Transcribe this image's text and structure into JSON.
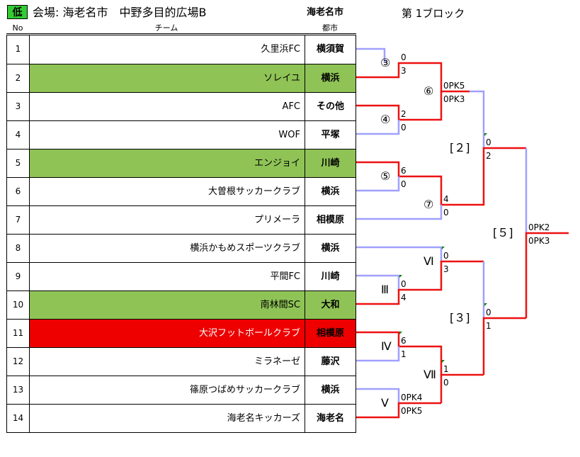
{
  "header": {
    "badge": "低",
    "venue": "会場: 海老名市　中野多目的広場B",
    "city": "海老名市",
    "block": "第 1ブロック",
    "col_no": "No",
    "col_team": "チーム",
    "col_city": "都市"
  },
  "teams": [
    {
      "no": "1",
      "name": "久里浜FC",
      "city": "横須賀",
      "hl": "none"
    },
    {
      "no": "2",
      "name": "ソレイユ",
      "city": "横浜",
      "hl": "green"
    },
    {
      "no": "3",
      "name": "AFC",
      "city": "その他",
      "hl": "none"
    },
    {
      "no": "4",
      "name": "WOF",
      "city": "平塚",
      "hl": "none"
    },
    {
      "no": "5",
      "name": "エンジョイ",
      "city": "川崎",
      "hl": "green"
    },
    {
      "no": "6",
      "name": "大曽根サッカークラブ",
      "city": "横浜",
      "hl": "none"
    },
    {
      "no": "7",
      "name": "プリメーラ",
      "city": "相模原",
      "hl": "none"
    },
    {
      "no": "8",
      "name": "横浜かもめスポーツクラブ",
      "city": "横浜",
      "hl": "none"
    },
    {
      "no": "9",
      "name": "平間FC",
      "city": "川崎",
      "hl": "none"
    },
    {
      "no": "10",
      "name": "南林間SC",
      "city": "大和",
      "hl": "green"
    },
    {
      "no": "11",
      "name": "大沢フットボールクラブ",
      "city": "相模原",
      "hl": "red"
    },
    {
      "no": "12",
      "name": "ミラネーゼ",
      "city": "藤沢",
      "hl": "none"
    },
    {
      "no": "13",
      "name": "篠原つばめサッカークラブ",
      "city": "横浜",
      "hl": "none"
    },
    {
      "no": "14",
      "name": "海老名キッカーズ",
      "city": "海老名",
      "hl": "none"
    }
  ],
  "matches": {
    "m3": {
      "label": "③",
      "top": "0",
      "bottom": "3"
    },
    "m4": {
      "label": "④",
      "top": "2",
      "bottom": "0"
    },
    "m5": {
      "label": "⑤",
      "top": "6",
      "bottom": "0"
    },
    "m6": {
      "label": "⑥",
      "top": "0PK5",
      "bottom": "0PK3"
    },
    "m7": {
      "label": "⑦",
      "top": "4",
      "bottom": "0"
    },
    "mIII": {
      "label": "Ⅲ",
      "top": "0",
      "bottom": "4"
    },
    "mIV": {
      "label": "Ⅳ",
      "top": "6",
      "bottom": "1"
    },
    "mV": {
      "label": "Ⅴ",
      "top": "0PK4",
      "bottom": "0PK5"
    },
    "mVI": {
      "label": "Ⅵ",
      "top": "0",
      "bottom": "3"
    },
    "mVII": {
      "label": "Ⅶ",
      "top": "1",
      "bottom": "0"
    },
    "m2": {
      "label": "[２]",
      "top": "0",
      "bottom": "2"
    },
    "m3b": {
      "label": "[３]",
      "top": "0",
      "bottom": "1"
    },
    "m5b": {
      "label": "[５]",
      "top": "0PK2",
      "bottom": "0PK3"
    }
  },
  "colors": {
    "green": "#8fc356",
    "red": "#ee0000",
    "win": "#ee1111",
    "lose": "#a0a0ff"
  }
}
